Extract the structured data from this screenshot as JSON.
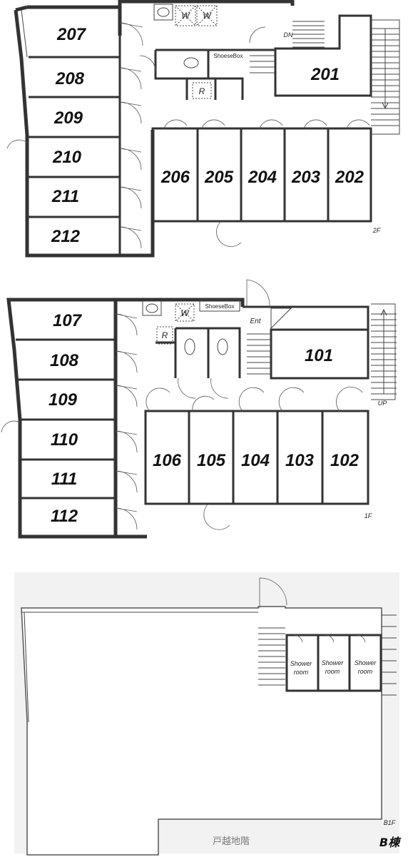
{
  "floors": [
    {
      "id": "2f",
      "label": "2F",
      "rooms": [
        "207",
        "208",
        "209",
        "210",
        "211",
        "212",
        "206",
        "205",
        "204",
        "203",
        "202",
        "201"
      ],
      "labels": {
        "shoebox": "ShoeseBox",
        "stair": "DN",
        "washer": "W",
        "fridge": "R"
      }
    },
    {
      "id": "1f",
      "label": "1F",
      "rooms": [
        "107",
        "108",
        "109",
        "110",
        "111",
        "112",
        "106",
        "105",
        "104",
        "103",
        "102",
        "101"
      ],
      "labels": {
        "shoebox": "ShoeseBox",
        "stair": "UP",
        "entrance": "Ent",
        "washer": "W",
        "fridge": "R"
      }
    },
    {
      "id": "b1f",
      "label": "B1F",
      "shower_line1": "Shower",
      "shower_line2": "room",
      "bottom_note": "戸越地階",
      "building": "B棟"
    }
  ]
}
